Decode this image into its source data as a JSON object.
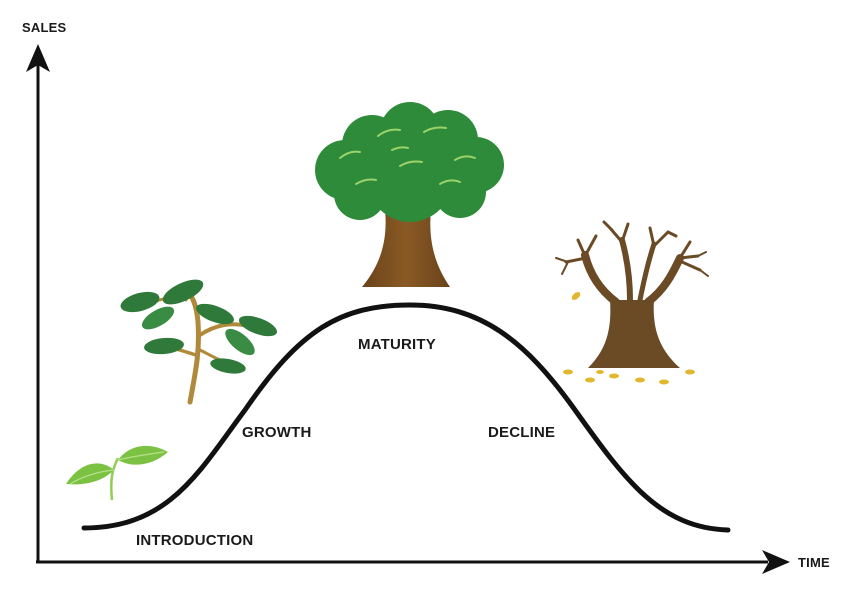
{
  "axes": {
    "y_label": "SALES",
    "x_label": "TIME"
  },
  "stages": [
    {
      "id": "introduction",
      "label": "INTRODUCTION",
      "icon": "seedling-icon"
    },
    {
      "id": "growth",
      "label": "GROWTH",
      "icon": "sapling-icon"
    },
    {
      "id": "maturity",
      "label": "MATURITY",
      "icon": "full-tree-icon"
    },
    {
      "id": "decline",
      "label": "DECLINE",
      "icon": "bare-tree-icon"
    }
  ],
  "colors": {
    "axis": "#111111",
    "curve": "#111111",
    "leaf_light": "#7cc242",
    "leaf_dark": "#2e7d32",
    "canopy": "#2e8b3a",
    "trunk": "#7a4e1d",
    "bare_trunk": "#6b4a26",
    "fallen_leaf": "#e0b830"
  }
}
